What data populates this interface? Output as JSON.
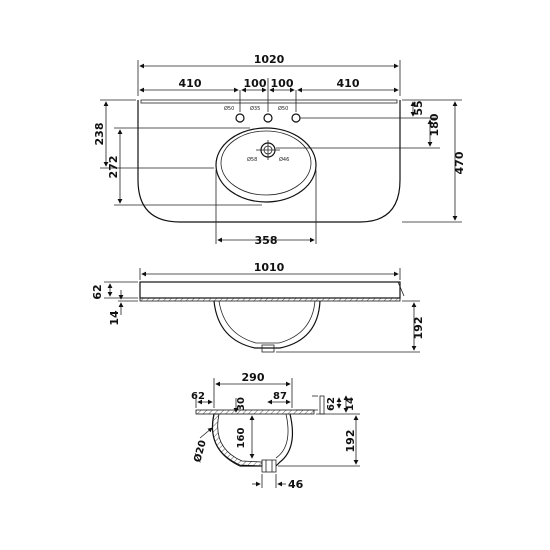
{
  "top_view": {
    "dims": {
      "overall_width": "1020",
      "segment_left": "410",
      "segment_mid_left": "100",
      "segment_mid_right": "100",
      "segment_right": "410",
      "depth_to_bowl": "238",
      "bowl_depth": "272",
      "bowl_width": "358",
      "tap_offset": "55",
      "tap_to_center": "180",
      "overall_depth": "470"
    },
    "holes": {
      "left": "Ø50",
      "center": "Ø35",
      "right": "Ø50",
      "waste_outer": "Ø58",
      "waste_inner": "Ø46"
    }
  },
  "front_view": {
    "dims": {
      "width": "1010",
      "slab": "62",
      "rim": "14",
      "height": "192"
    }
  },
  "section_view": {
    "dims": {
      "width": "290",
      "left_edge": "62",
      "rim_drop": "30",
      "offset": "87",
      "slab": "62",
      "rim": "14",
      "bowl_inner": "160",
      "height": "192",
      "waste_width": "46",
      "radius": "Ø20"
    }
  }
}
